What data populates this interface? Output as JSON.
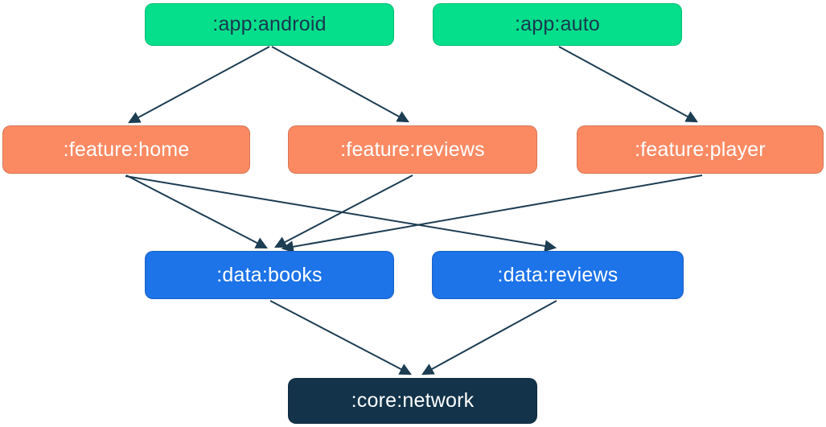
{
  "diagram": {
    "nodes": [
      {
        "id": "app-android",
        "label": ":app:android",
        "type": "app"
      },
      {
        "id": "app-auto",
        "label": ":app:auto",
        "type": "app"
      },
      {
        "id": "feature-home",
        "label": ":feature:home",
        "type": "feature"
      },
      {
        "id": "feature-reviews",
        "label": ":feature:reviews",
        "type": "feature"
      },
      {
        "id": "feature-player",
        "label": ":feature:player",
        "type": "feature"
      },
      {
        "id": "data-books",
        "label": ":data:books",
        "type": "data"
      },
      {
        "id": "data-reviews",
        "label": ":data:reviews",
        "type": "data"
      },
      {
        "id": "core-network",
        "label": ":core:network",
        "type": "core"
      }
    ],
    "edges": [
      {
        "from": "app-android",
        "to": "feature-home"
      },
      {
        "from": "app-android",
        "to": "feature-reviews"
      },
      {
        "from": "app-auto",
        "to": "feature-player"
      },
      {
        "from": "feature-home",
        "to": "data-books"
      },
      {
        "from": "feature-home",
        "to": "data-reviews"
      },
      {
        "from": "feature-reviews",
        "to": "data-books"
      },
      {
        "from": "feature-player",
        "to": "data-books"
      },
      {
        "from": "data-books",
        "to": "core-network"
      },
      {
        "from": "data-reviews",
        "to": "core-network"
      }
    ],
    "colors": {
      "app": "#05DE8A",
      "feature": "#FB8A63",
      "data": "#1D73E8",
      "core": "#123349",
      "arrow": "#1C3D52",
      "text_on_app": "#17394F",
      "text_on_dark": "#FFFFFF"
    }
  }
}
